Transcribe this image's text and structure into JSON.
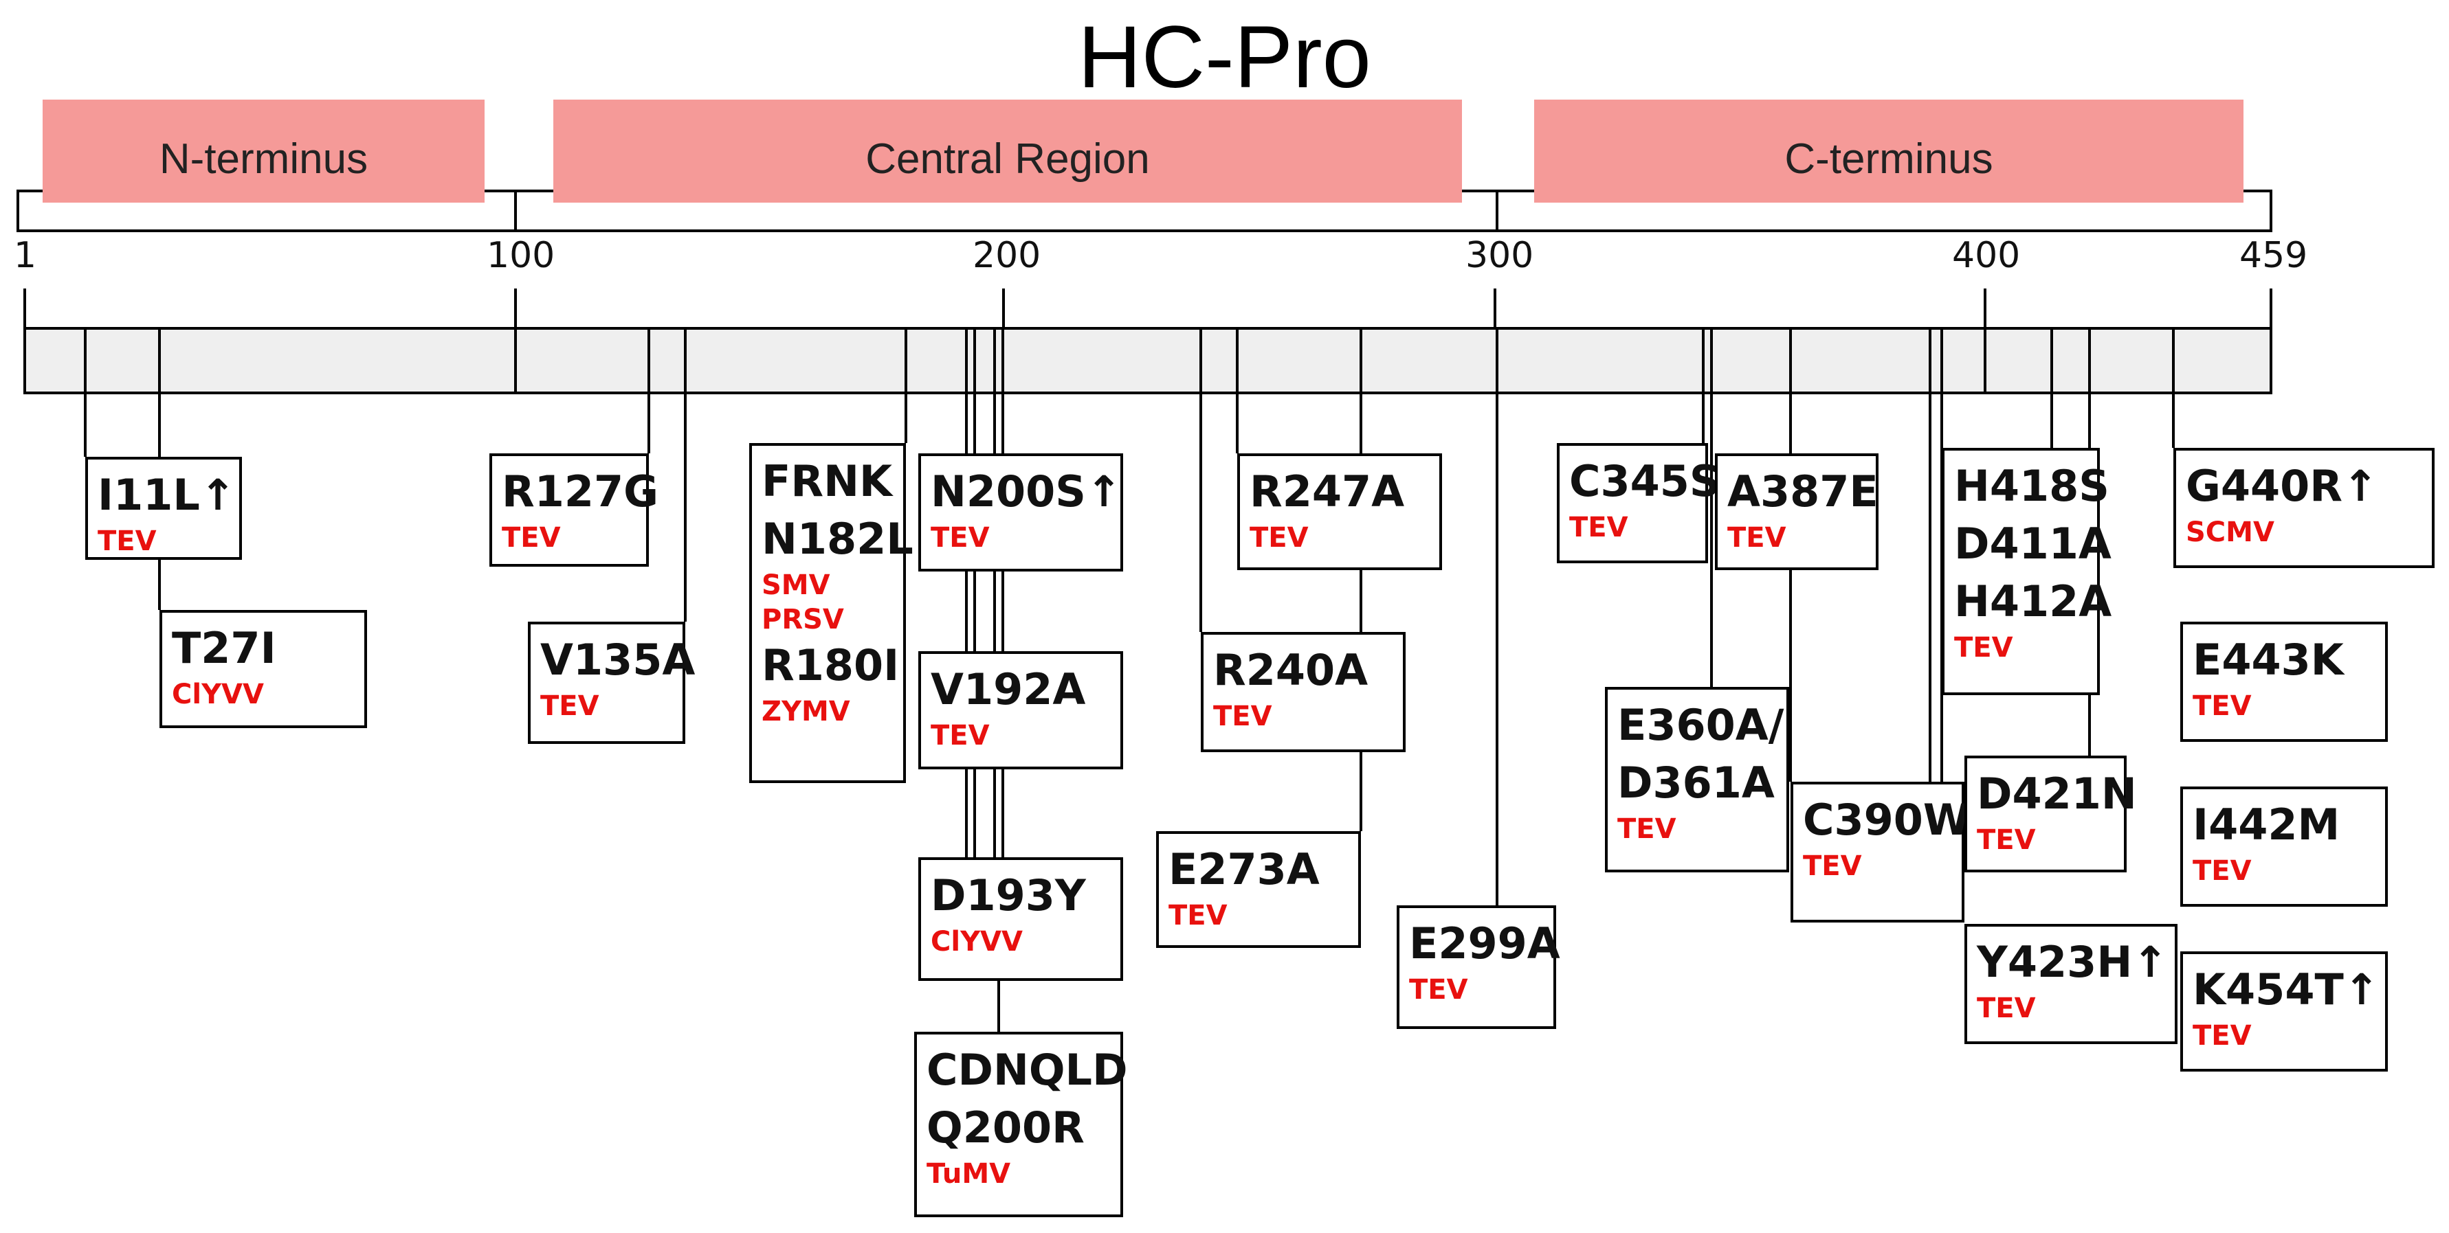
{
  "title": "HC-Pro",
  "colors": {
    "region_fill": "#f59a98",
    "virus_text": "#e8110f",
    "track_fill": "#efefef"
  },
  "regions": [
    {
      "label": "N-terminus"
    },
    {
      "label": "Central Region"
    },
    {
      "label": "C-terminus"
    }
  ],
  "ticks": [
    "1",
    "100",
    "200",
    "300",
    "400",
    "459"
  ],
  "mutations": {
    "i11l": {
      "label": "I11L↑",
      "virus": "TEV"
    },
    "t27i": {
      "label": "T27I",
      "virus": "ClYVV"
    },
    "r127g": {
      "label": "R127G",
      "virus": "TEV"
    },
    "v135a": {
      "label": "V135A",
      "virus": "TEV"
    },
    "frnk": {
      "line1": "FRNK",
      "line2": "N182L",
      "virus1": "SMV",
      "virus2": "PRSV",
      "line3": "R180I",
      "virus3": "ZYMV"
    },
    "n200s": {
      "label": "N200S↑",
      "virus": "TEV"
    },
    "v192a": {
      "label": "V192A",
      "virus": "TEV"
    },
    "d193y": {
      "label": "D193Y",
      "virus": "ClYVV"
    },
    "cdnqld": {
      "line1": "CDNQLD",
      "line2": "Q200R",
      "virus": "TuMV"
    },
    "r247a": {
      "label": "R247A",
      "virus": "TEV"
    },
    "r240a": {
      "label": "R240A",
      "virus": "TEV"
    },
    "e273a": {
      "label": "E273A",
      "virus": "TEV"
    },
    "e299a": {
      "label": "E299A",
      "virus": "TEV"
    },
    "c345s": {
      "label": "C345S",
      "virus": "TEV"
    },
    "a387e": {
      "label": "A387E",
      "virus": "TEV"
    },
    "e360a": {
      "line1": "E360A/",
      "line2": "D361A",
      "virus": "TEV"
    },
    "c390w": {
      "label": "C390W",
      "virus": "TEV"
    },
    "h418s": {
      "line1": "H418S",
      "line2": "D411A",
      "line3": "H412A",
      "virus": "TEV"
    },
    "d421n": {
      "label": "D421N",
      "virus": "TEV"
    },
    "y423h": {
      "label": "Y423H↑",
      "virus": "TEV"
    },
    "g440r": {
      "label": "G440R↑",
      "virus": "SCMV"
    },
    "e443k": {
      "label": "E443K",
      "virus": "TEV"
    },
    "i442m": {
      "label": "I442M",
      "virus": "TEV"
    },
    "k454t": {
      "label": "K454T↑",
      "virus": "TEV"
    }
  }
}
